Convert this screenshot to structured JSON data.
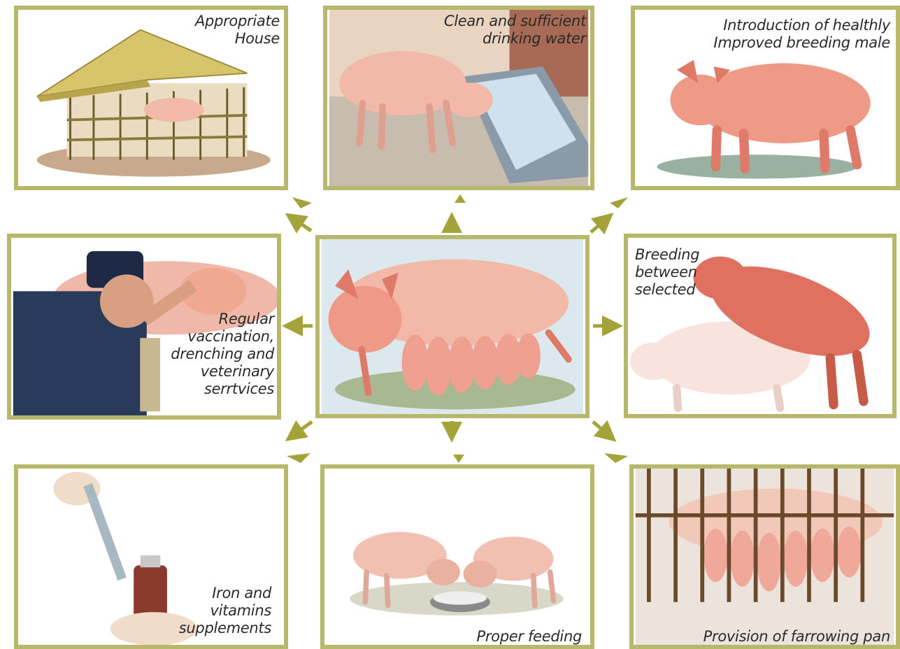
{
  "panels": {
    "house": {
      "caption": "Appropriate House"
    },
    "water": {
      "caption": "Clean and sufficient drinking water"
    },
    "male": {
      "caption": "Introduction of healthly Improved breeding male"
    },
    "vet": {
      "caption": "Regular vaccination, drenching and veterinary serrtvices"
    },
    "center": {
      "caption": ""
    },
    "breeding": {
      "caption": "Breeding between selected"
    },
    "iron": {
      "caption": "Iron and vitamins supplements"
    },
    "feeding": {
      "caption": "Proper feeding"
    },
    "farrowing": {
      "caption": "Provision of farrowing pan"
    }
  },
  "colors": {
    "frame": "#b8b86a",
    "arrow": "#a3a33a",
    "pig_pink": "#f2b8a8",
    "pig_dark": "#e07a68",
    "caption": "#2a2a2a"
  }
}
